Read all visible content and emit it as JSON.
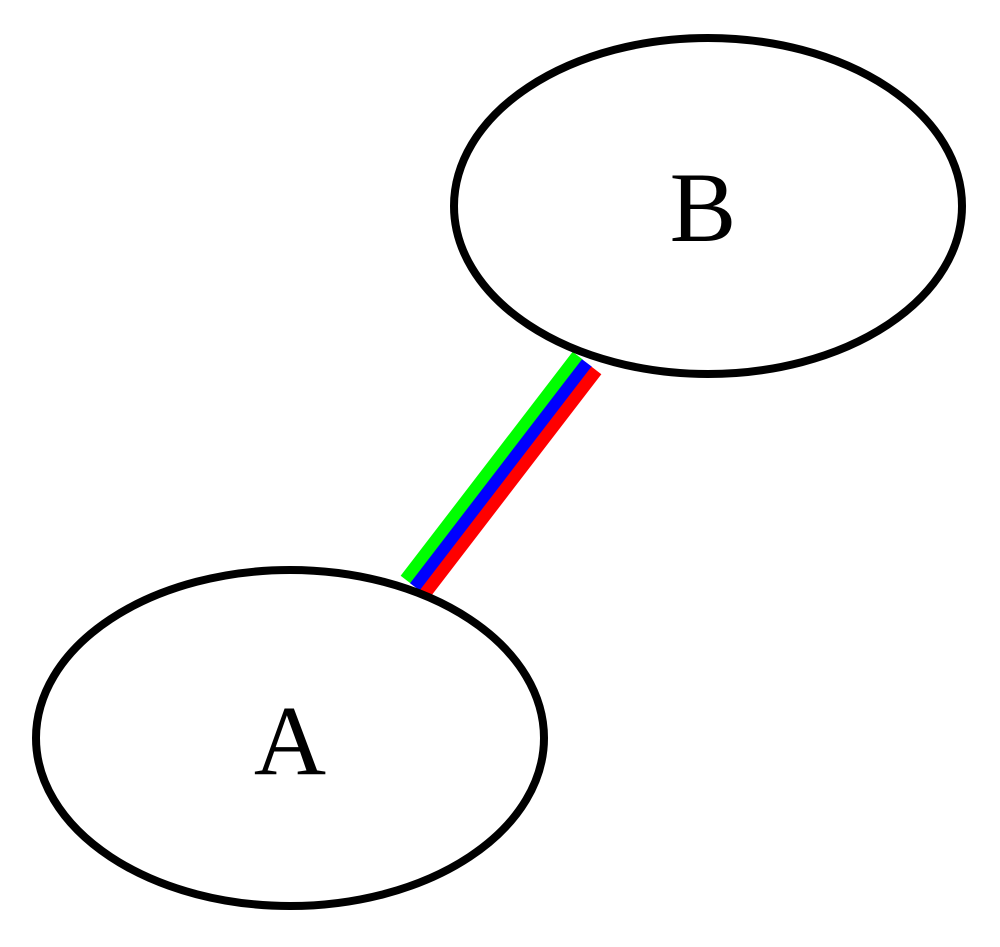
{
  "graph": {
    "nodes": [
      {
        "id": "A",
        "label": "A"
      },
      {
        "id": "B",
        "label": "B"
      }
    ],
    "edges": [
      {
        "from": "A",
        "to": "B",
        "colors": [
          "#00ff00",
          "#0000ff",
          "#ff0000"
        ]
      }
    ]
  }
}
